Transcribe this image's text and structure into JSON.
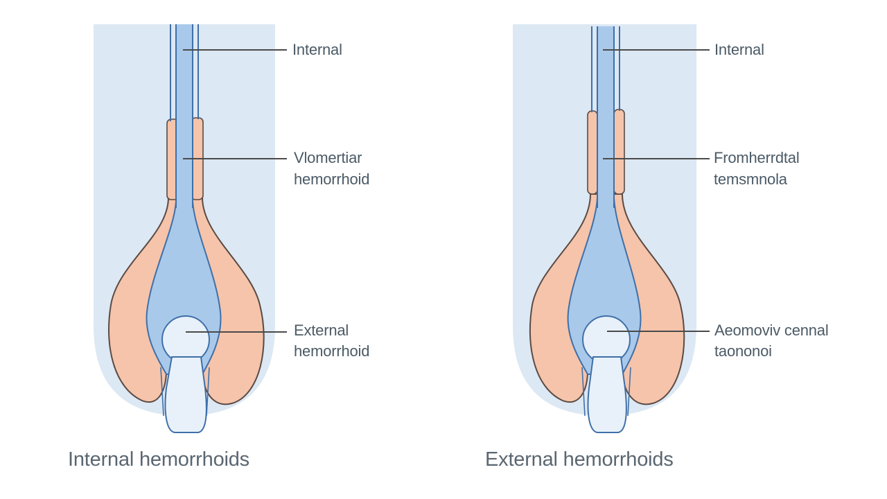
{
  "left_diagram": {
    "labels": {
      "top": "Internal",
      "middle_line1": "Vlomertiar",
      "middle_line2": "hemorrhoid",
      "bottom_line1": "External",
      "bottom_line2": "hemorrhoid"
    },
    "caption": "Internal hemorrhoids"
  },
  "right_diagram": {
    "labels": {
      "top": "Internal",
      "middle_line1": "Fromherrdtal",
      "middle_line2": "temsmnola",
      "bottom_line1": "Aeomoviv cennal",
      "bottom_line2": "taononoi"
    },
    "caption": "External hemorrhoids"
  },
  "colors": {
    "background_panel": "#dce8f3",
    "tissue": "#f5c4aa",
    "vessel": "#a9c9ea",
    "vessel_light": "#e8f1fa",
    "outline": "#3f6fa8",
    "tissue_outline": "#5a4a44",
    "leader_line": "#4a4a4a",
    "text": "#4b5a66"
  }
}
